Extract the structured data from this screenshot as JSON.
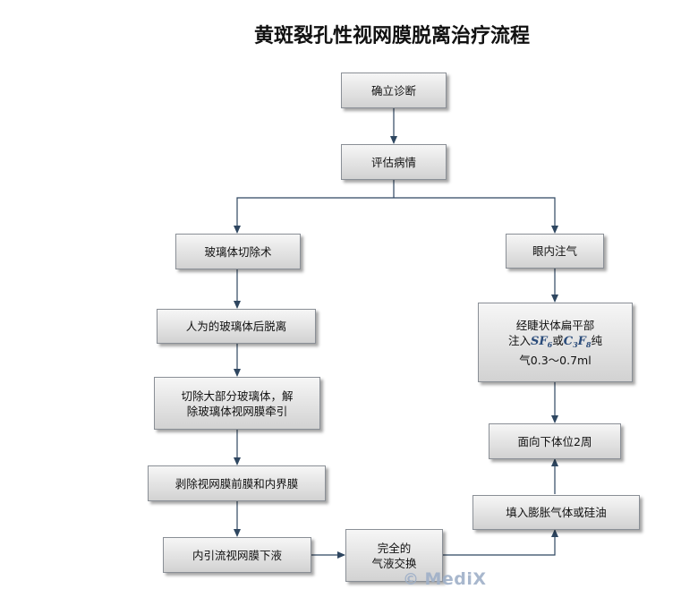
{
  "title": "黄斑裂孔性视网膜脱离治疗流程",
  "nodes": {
    "diagnosis": "确立诊断",
    "evaluate": "评估病情",
    "vitrectomy": "玻璃体切除术",
    "intraocular_gas": "眼内注气",
    "pvd": "人为的玻璃体后脱离",
    "cut_line1": "切除大部分玻璃体，解",
    "cut_line2": "除玻璃体视网膜牵引",
    "peel": "剥除视网膜前膜和内界膜",
    "drain": "内引流视网膜下液",
    "exchange_line1": "完全的",
    "exchange_line2": "气液交换",
    "inject_line1": "经睫状体扁平部",
    "inject_prefix": "注入",
    "gas1_base": "SF",
    "gas1_sub": "6",
    "inject_or": "或",
    "gas2_base_a": "C",
    "gas2_sub_a": "3",
    "gas2_base_b": "F",
    "gas2_sub_b": "8",
    "inject_suffix": "纯",
    "inject_line3": "气0.3～0.7ml",
    "face_down": "面向下体位2周",
    "fill": "填入膨胀气体或硅油"
  },
  "watermark": "MediX",
  "watermark_symbol": "©",
  "colors": {
    "arrow": "#2e4660",
    "box_border": "#8a8f96",
    "box_top": "#f6f6f6",
    "box_bottom": "#d2d2d2",
    "watermark": "#9fb0c8"
  }
}
